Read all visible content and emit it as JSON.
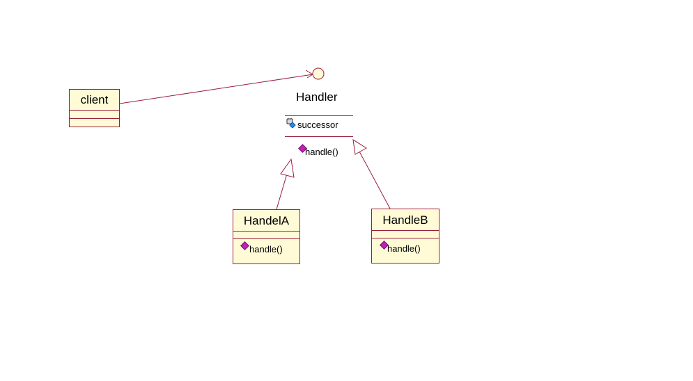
{
  "diagram": {
    "client": {
      "name": "client"
    },
    "handler": {
      "name": "Handler",
      "attribute": "successor",
      "operation": "handle()"
    },
    "handle_a": {
      "name": "HandelA",
      "operation": "handle()"
    },
    "handle_b": {
      "name": "HandleB",
      "operation": "handle()"
    }
  },
  "colors": {
    "line": "#9a1e3c",
    "class_fill": "#fffbd6",
    "operation_icon": "#c020b8",
    "attribute_icon": "#1e90ff"
  },
  "icons": {
    "interface": "interface-lollipop-icon",
    "attribute": "protected-attribute-icon",
    "operation": "public-operation-icon"
  }
}
